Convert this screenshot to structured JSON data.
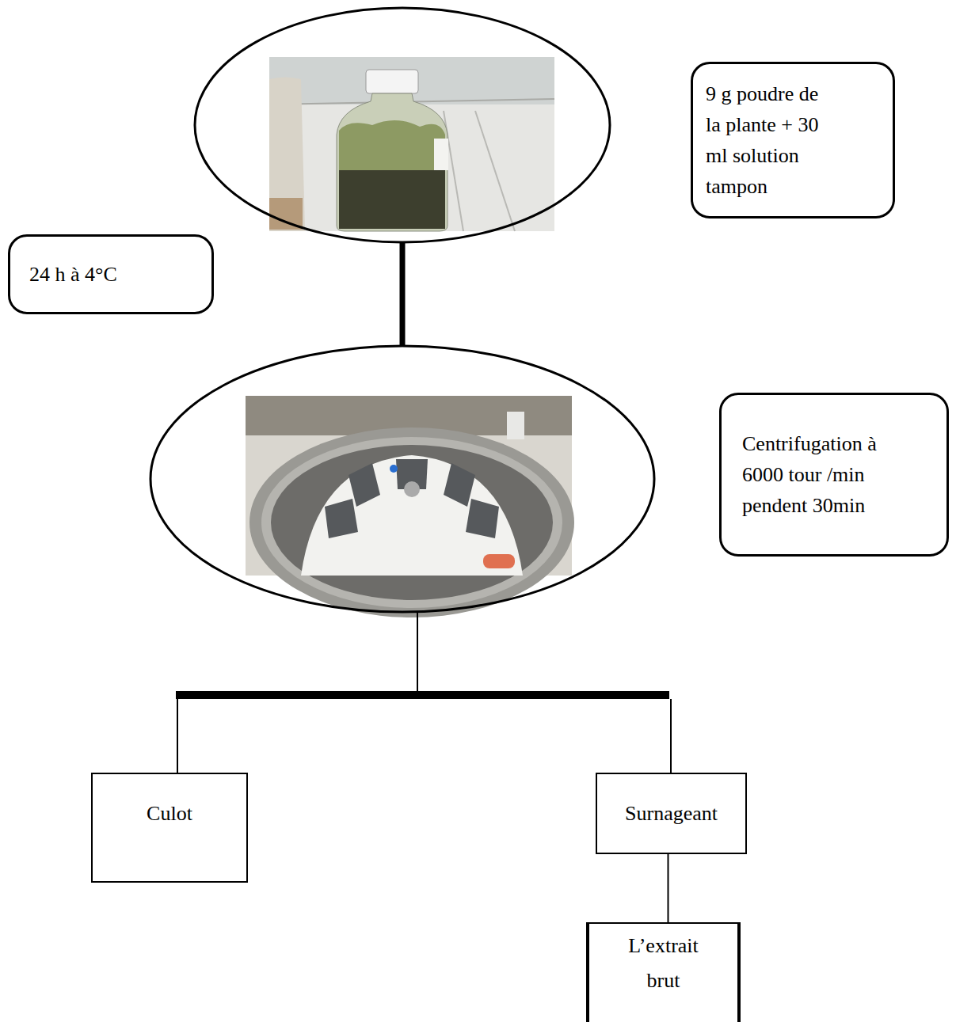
{
  "diagram": {
    "nodes": [
      {
        "text": [
          "9 g poudre de la plante + 30 ml solution tampon"
        ]
      },
      {
        "text": [
          "24 h à 4°C"
        ]
      },
      {
        "text": [
          "Centrifugation à 6000 tour /min pendent 30min"
        ]
      },
      {
        "text": [
          "Culot"
        ]
      },
      {
        "text": [
          "Surnageant"
        ]
      },
      {
        "text": [
          "L’extrait brut"
        ]
      }
    ],
    "edges": [
      {
        "from": 4,
        "to": 5,
        "arrow": "none"
      }
    ]
  }
}
